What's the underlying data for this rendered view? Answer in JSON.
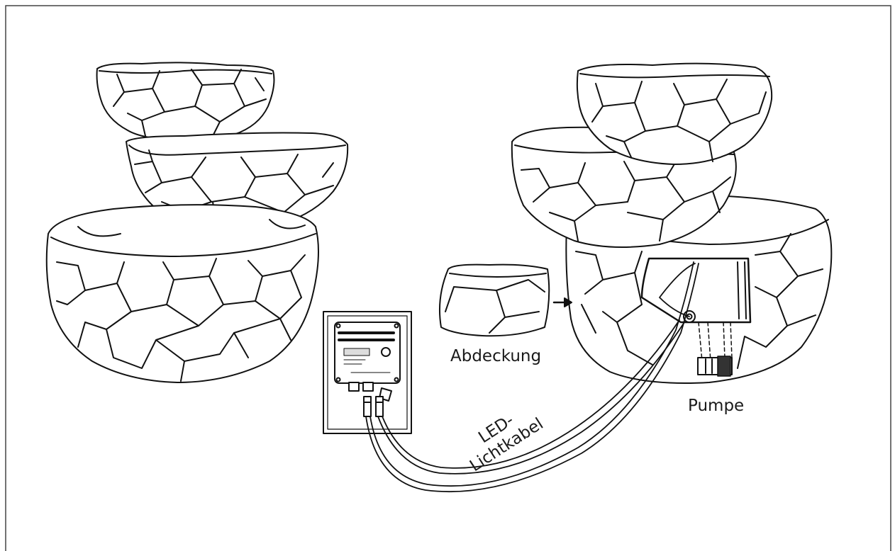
{
  "labels": {
    "cover": "Abdeckung",
    "pump": "Pumpe",
    "led_line1": "LED-",
    "led_line2": "Lichtkabel"
  }
}
